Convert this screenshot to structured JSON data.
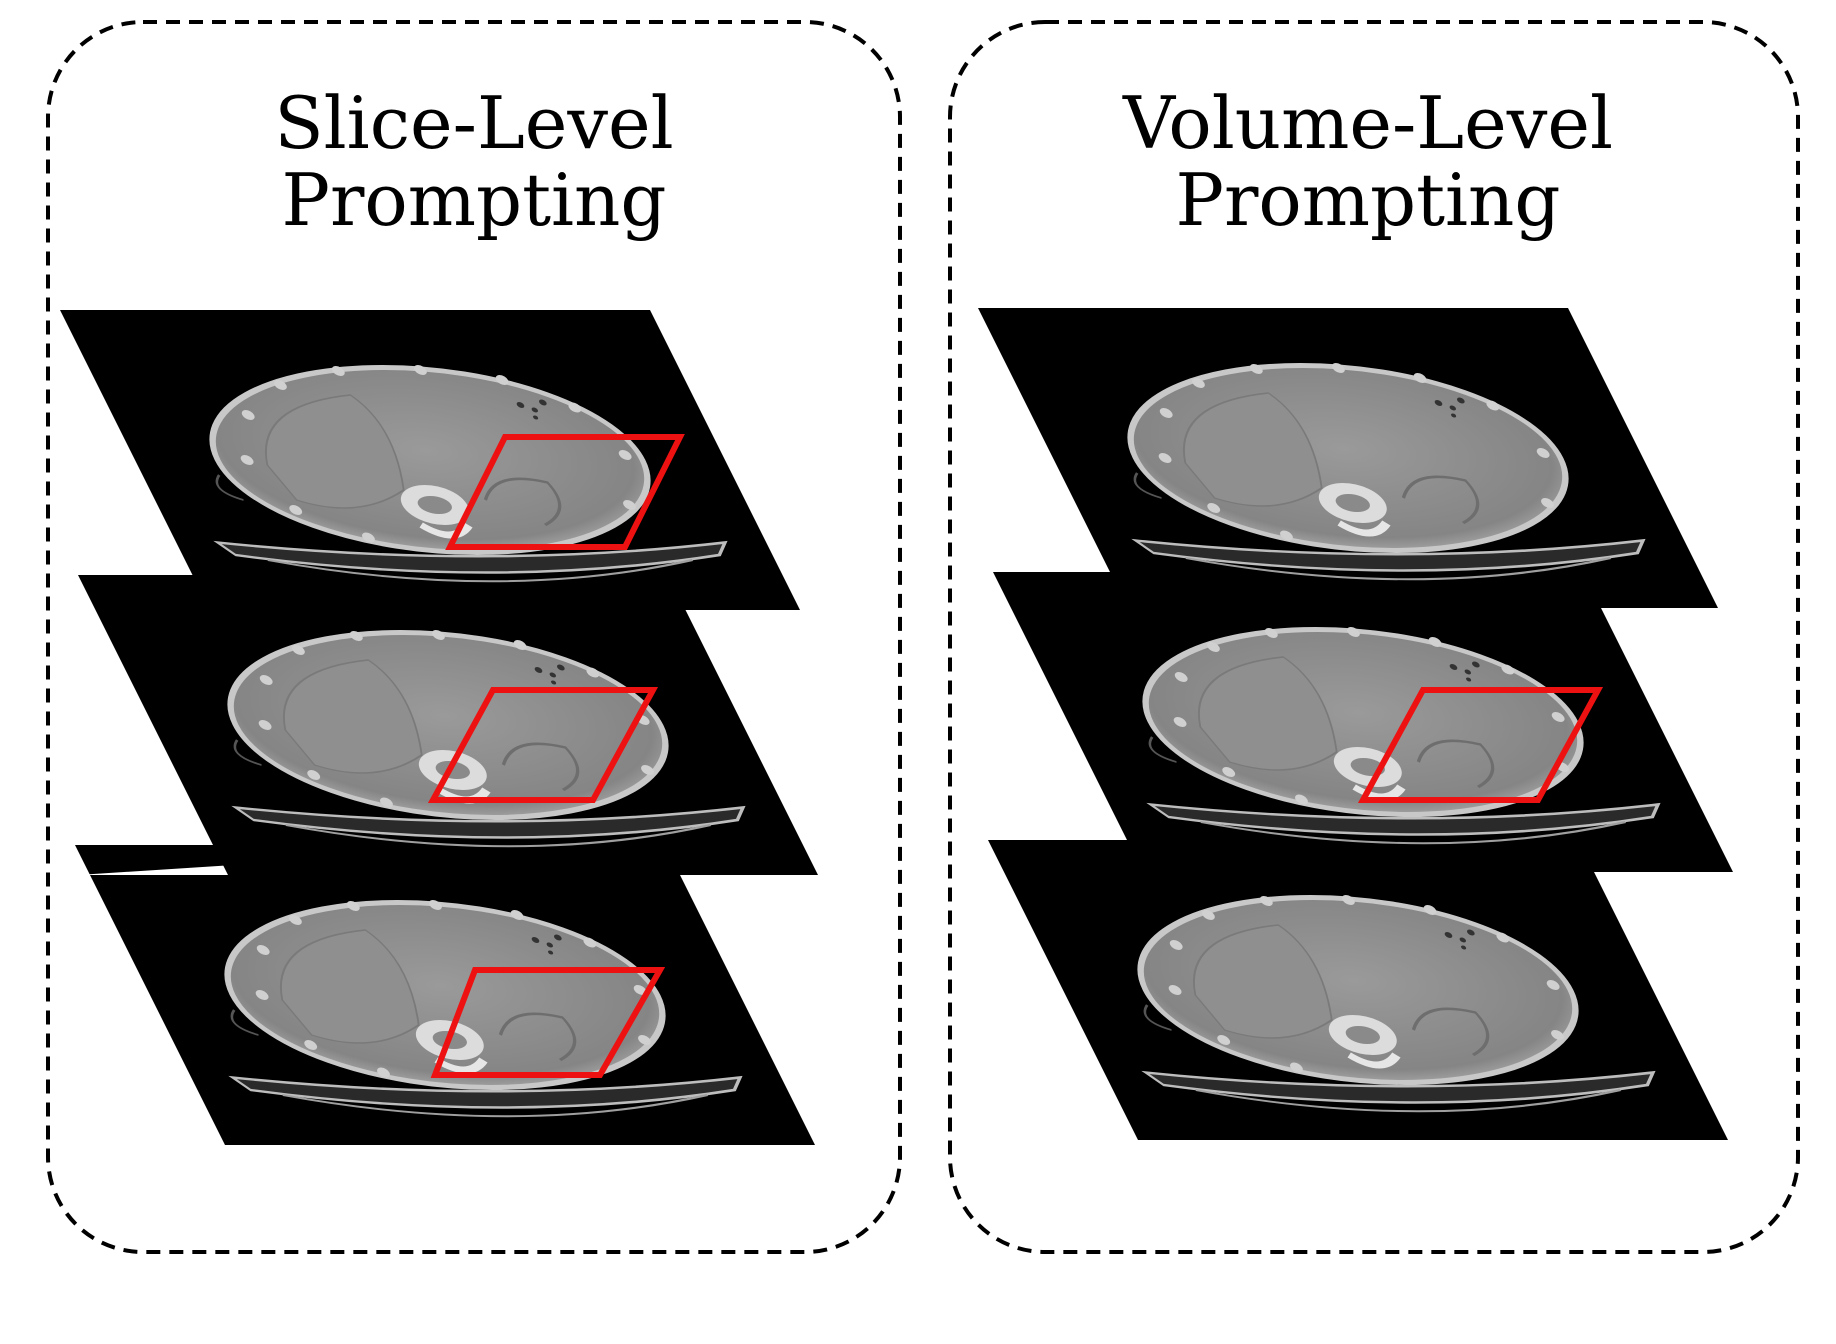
{
  "panels": [
    {
      "title_line1": "Slice-Level",
      "title_line2": "Prompting",
      "slices": [
        {
          "slice": "top",
          "box_prompt": true
        },
        {
          "slice": "middle",
          "box_prompt": true
        },
        {
          "slice": "bottom",
          "box_prompt": true
        }
      ]
    },
    {
      "title_line1": "Volume-Level",
      "title_line2": "Prompting",
      "slices": [
        {
          "slice": "top",
          "box_prompt": false
        },
        {
          "slice": "middle",
          "box_prompt": true
        },
        {
          "slice": "bottom",
          "box_prompt": false
        }
      ]
    }
  ],
  "colors": {
    "border": "#000000",
    "slice_background": "#000000",
    "body_tissue": "#8c8c8c",
    "bone": "#dcdcdc",
    "prompt_box": "#ee1111"
  }
}
